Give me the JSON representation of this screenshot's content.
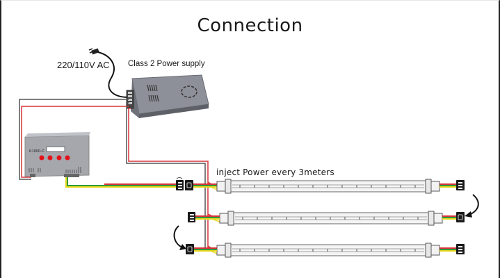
{
  "diagram": {
    "title": "Connection",
    "labels": {
      "ac_input": "220/110V AC",
      "power_supply": "Class 2 Power supply",
      "controller_model": "K1000-C",
      "inject_note": "inject Power every 3meters"
    },
    "components": {
      "plug": "AC plug with cable",
      "power_supply": "Switching power supply",
      "controller": "K1000-C pixel controller with 4 red buttons and display",
      "tubes": 3
    },
    "wire_colors": {
      "power_positive": "#d8333a",
      "power_negative": "#555555",
      "data": "#2e9a3a",
      "ground": "#e8d81e",
      "connector": "#1a1a1a"
    },
    "arrows": [
      "end of tube 1 to end of tube 2",
      "start of tube 2 to start of tube 3"
    ]
  }
}
